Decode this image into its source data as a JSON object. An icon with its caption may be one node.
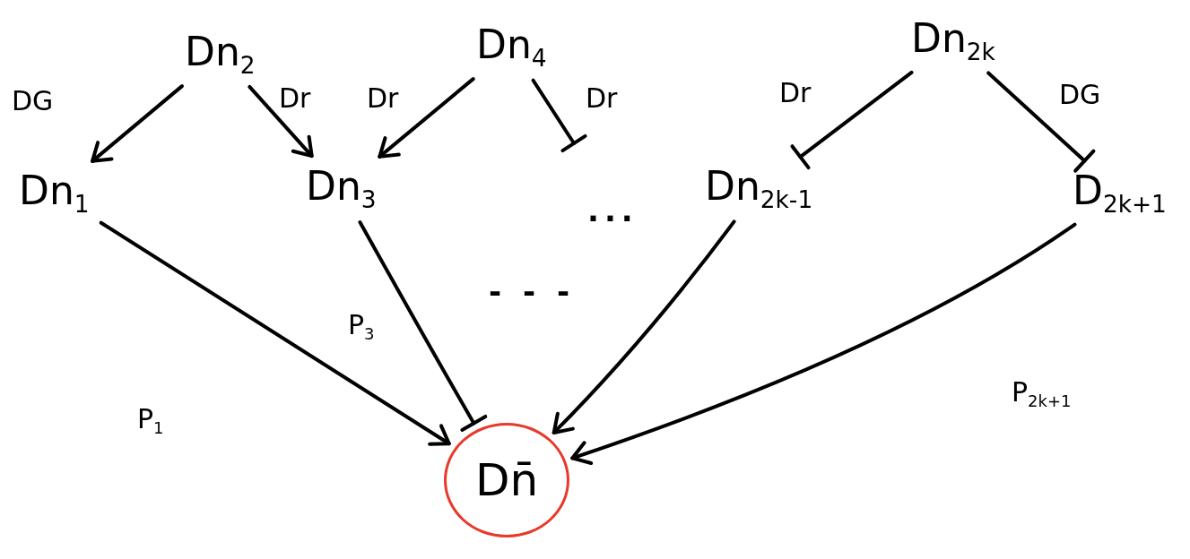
{
  "diagram": {
    "nodes": [
      {
        "text": [
          "Dn$_{2}$"
        ]
      },
      {
        "text": [
          "Dn$_{4}$"
        ]
      },
      {
        "text": [
          "Dn$_{2k}$"
        ]
      },
      {
        "text": [
          "Dn$_{1}$"
        ]
      },
      {
        "text": [
          "Dn$_{3}$"
        ]
      },
      {
        "text": [
          "Dn$_{2k-1}$"
        ]
      },
      {
        "text": [
          "D$_{2k+1}$"
        ]
      },
      {
        "text": [
          "Dn̄"
        ]
      }
    ],
    "edges": [
      {
        "from": 0,
        "to": 3,
        "arrow": "to",
        "label": "DG"
      },
      {
        "from": 0,
        "to": 4,
        "arrow": "to",
        "label": "Dr"
      },
      {
        "from": 1,
        "to": 4,
        "arrow": "to",
        "label": "Dr"
      },
      {
        "from": 1,
        "to": null,
        "arrow": "other",
        "label": "Dr"
      },
      {
        "from": 2,
        "to": 5,
        "arrow": "other",
        "label": "Dr"
      },
      {
        "from": 2,
        "to": 6,
        "arrow": "other",
        "label": "DG"
      },
      {
        "from": 3,
        "to": 7,
        "arrow": "to",
        "label": "P$_{1}$"
      },
      {
        "from": 4,
        "to": 7,
        "arrow": "other",
        "label": "P$_{3}$"
      },
      {
        "from": 5,
        "to": 7,
        "arrow": "to"
      },
      {
        "from": 6,
        "to": 7,
        "arrow": "to",
        "label": "P$_{2k+1}$"
      }
    ],
    "labels": [
      "...",
      "- - -"
    ]
  }
}
